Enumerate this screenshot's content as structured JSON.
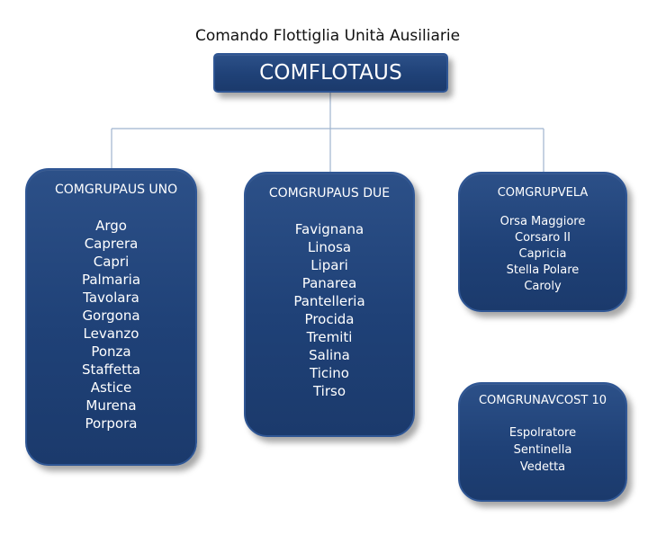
{
  "title": "Comando Flottiglia Unità Ausiliarie",
  "root": {
    "label": "COMFLOTAUS"
  },
  "groups": [
    {
      "heading": "COMGRUPAUS  UNO",
      "items": [
        "Argo",
        "Caprera",
        "Capri",
        "Palmaria",
        "Tavolara",
        "Gorgona",
        "Levanzo",
        "Ponza",
        "Staffetta",
        "Astice",
        "Murena",
        "Porpora"
      ]
    },
    {
      "heading": "COMGRUPAUS DUE",
      "items": [
        "Favignana",
        "Linosa",
        "Lipari",
        "Panarea",
        "Pantelleria",
        "Procida",
        "Tremiti",
        "Salina",
        "Ticino",
        "Tirso"
      ]
    },
    {
      "heading": "COMGRUPVELA",
      "items": [
        "Orsa Maggiore",
        "Corsaro II",
        "Capricia",
        "Stella Polare",
        "Caroly"
      ]
    },
    {
      "heading": "COMGRUNAVCOST 10",
      "items": [
        "Espolratore",
        "Sentinella",
        "Vedetta"
      ]
    }
  ],
  "colors": {
    "box_fill": "#1f4177",
    "box_border": "#2f5694",
    "connector": "#9fb4cf"
  }
}
